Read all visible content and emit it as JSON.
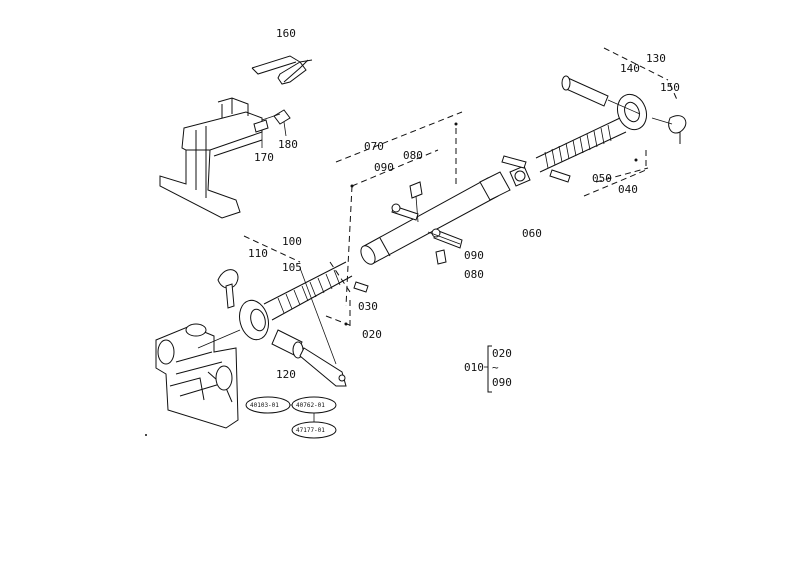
{
  "labels": {
    "p160": "160",
    "p170": "170",
    "p180": "180",
    "p130": "130",
    "p140": "140",
    "p150": "150",
    "p070": "070",
    "p090a": "090",
    "p080a": "080",
    "p050": "050",
    "p040": "040",
    "p060": "060",
    "p090b": "090",
    "p080b": "080",
    "p100": "100",
    "p110": "110",
    "p105": "105",
    "p030": "030",
    "p020": "020",
    "p120": "120",
    "p010": "010",
    "p020r": "020",
    "p090r": "090",
    "tilde": "~"
  },
  "refs": {
    "r1": "40103-01",
    "r2": "40762-01",
    "r3": "47177-01"
  }
}
